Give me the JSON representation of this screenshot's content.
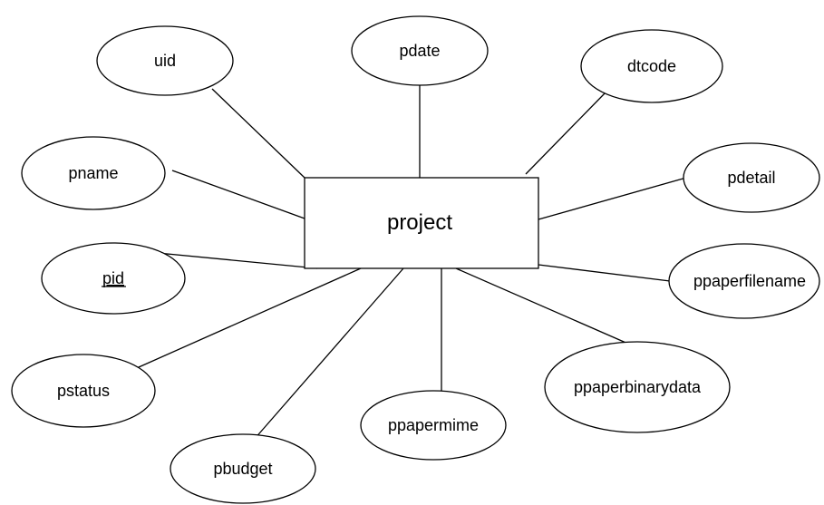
{
  "entity": {
    "name": "project"
  },
  "attributes": [
    {
      "key": "uid",
      "label": "uid",
      "primary_key": false
    },
    {
      "key": "pdate",
      "label": "pdate",
      "primary_key": false
    },
    {
      "key": "dtcode",
      "label": "dtcode",
      "primary_key": false
    },
    {
      "key": "pname",
      "label": "pname",
      "primary_key": false
    },
    {
      "key": "pdetail",
      "label": "pdetail",
      "primary_key": false
    },
    {
      "key": "pid",
      "label": "pid",
      "primary_key": true
    },
    {
      "key": "ppaperfilename",
      "label": "ppaperfilename",
      "primary_key": false
    },
    {
      "key": "pstatus",
      "label": "pstatus",
      "primary_key": false
    },
    {
      "key": "ppaperbinarydata",
      "label": "ppaperbinarydata",
      "primary_key": false
    },
    {
      "key": "ppapermime",
      "label": "ppapermime",
      "primary_key": false
    },
    {
      "key": "pbudget",
      "label": "pbudget",
      "primary_key": false
    }
  ],
  "colors": {
    "stroke": "#000000",
    "fill": "#ffffff",
    "text": "#000000"
  }
}
